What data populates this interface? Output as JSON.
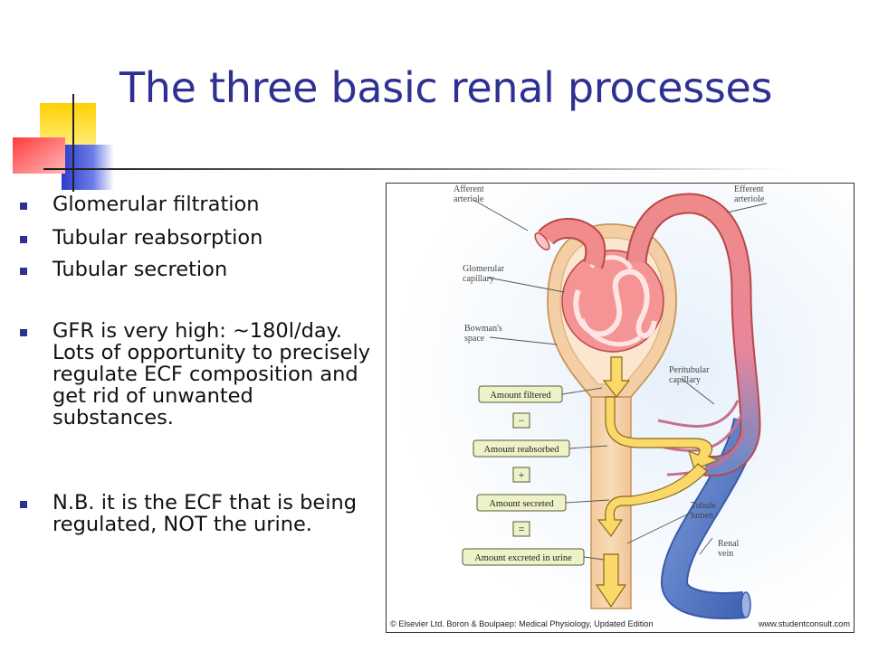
{
  "slide": {
    "title": "The three basic renal processes",
    "bullets": [
      "Glomerular filtration",
      "Tubular reabsorption",
      "Tubular secretion",
      "GFR is very high: ~180l/day.\nLots of opportunity to precisely\nregulate ECF composition and\nget rid of unwanted\nsubstances.",
      "N.B. it is the ECF that is being\nregulated, NOT the urine."
    ]
  },
  "figure": {
    "labels": {
      "afferent": "Afferent\narteriole",
      "efferent": "Efferent\narteriole",
      "glomerular_capillary": "Glomerular\ncapillary",
      "bowmans_space": "Bowman's\nspace",
      "peritubular_capillary": "Peritubular\ncapillary",
      "tubule_lumen": "Tubule\nlumen",
      "renal_vein": "Renal\nvein"
    },
    "boxes": {
      "filtered": "Amount filtered",
      "reabsorbed": "Amount reabsorbed",
      "secreted": "Amount secreted",
      "excreted": "Amount excreted in urine"
    },
    "operators": {
      "minus": "−",
      "plus": "+",
      "equals": "="
    },
    "credit_left": "© Elsevier Ltd. Boron & Boulpaep: Medical Physiology, Updated Edition",
    "credit_right": "www.studentconsult.com"
  }
}
